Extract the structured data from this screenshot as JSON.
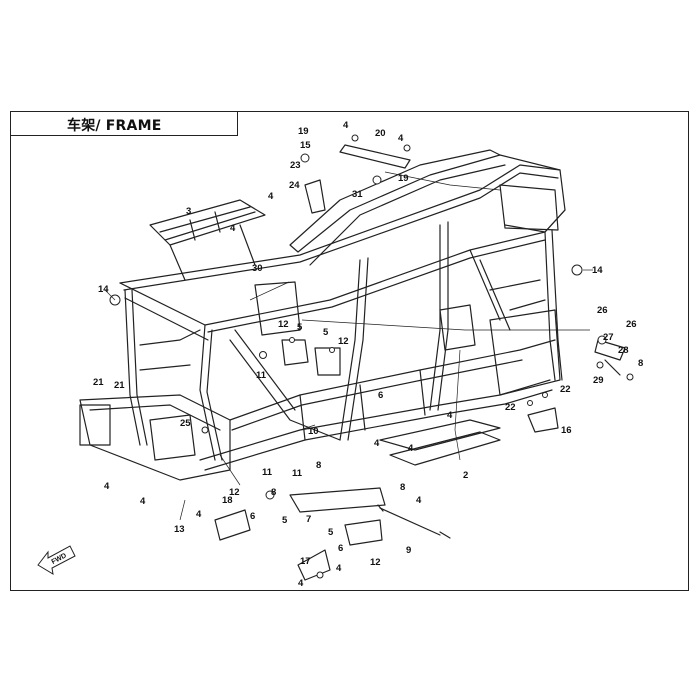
{
  "title": "车架/ FRAME",
  "fwd_label": "FWD",
  "callouts": [
    {
      "id": "c-4a",
      "label": "4"
    },
    {
      "id": "c-20",
      "label": "20"
    },
    {
      "id": "c-4b",
      "label": "4"
    },
    {
      "id": "c-19a",
      "label": "19"
    },
    {
      "id": "c-15",
      "label": "15"
    },
    {
      "id": "c-23",
      "label": "23"
    },
    {
      "id": "c-24",
      "label": "24"
    },
    {
      "id": "c-19b",
      "label": "19"
    },
    {
      "id": "c-31",
      "label": "31"
    },
    {
      "id": "c-4c",
      "label": "4"
    },
    {
      "id": "c-3",
      "label": "3"
    },
    {
      "id": "c-4d",
      "label": "4"
    },
    {
      "id": "c-30",
      "label": "30"
    },
    {
      "id": "c-14a",
      "label": "14"
    },
    {
      "id": "c-14b",
      "label": "14"
    },
    {
      "id": "c-12a",
      "label": "12"
    },
    {
      "id": "c-5a",
      "label": "5"
    },
    {
      "id": "c-5b",
      "label": "5"
    },
    {
      "id": "c-12b",
      "label": "12"
    },
    {
      "id": "c-11a",
      "label": "11"
    },
    {
      "id": "c-26a",
      "label": "26"
    },
    {
      "id": "c-26b",
      "label": "26"
    },
    {
      "id": "c-27",
      "label": "27"
    },
    {
      "id": "c-28",
      "label": "28"
    },
    {
      "id": "c-8a",
      "label": "8"
    },
    {
      "id": "c-29",
      "label": "29"
    },
    {
      "id": "c-21a",
      "label": "21"
    },
    {
      "id": "c-21b",
      "label": "21"
    },
    {
      "id": "c-22a",
      "label": "22"
    },
    {
      "id": "c-22b",
      "label": "22"
    },
    {
      "id": "c-6a",
      "label": "6"
    },
    {
      "id": "c-4e",
      "label": "4"
    },
    {
      "id": "c-16",
      "label": "16"
    },
    {
      "id": "c-25",
      "label": "25"
    },
    {
      "id": "c-10",
      "label": "10"
    },
    {
      "id": "c-4f",
      "label": "4"
    },
    {
      "id": "c-4g",
      "label": "4"
    },
    {
      "id": "c-2",
      "label": "2"
    },
    {
      "id": "c-11b",
      "label": "11"
    },
    {
      "id": "c-8b",
      "label": "8"
    },
    {
      "id": "c-4h",
      "label": "4"
    },
    {
      "id": "c-4i",
      "label": "4"
    },
    {
      "id": "c-12c",
      "label": "12"
    },
    {
      "id": "c-18",
      "label": "18"
    },
    {
      "id": "c-11c",
      "label": "11"
    },
    {
      "id": "c-8c",
      "label": "8"
    },
    {
      "id": "c-4j",
      "label": "4"
    },
    {
      "id": "c-13",
      "label": "13"
    },
    {
      "id": "c-6b",
      "label": "6"
    },
    {
      "id": "c-5c",
      "label": "5"
    },
    {
      "id": "c-7",
      "label": "7"
    },
    {
      "id": "c-8d",
      "label": "8"
    },
    {
      "id": "c-4k",
      "label": "4"
    },
    {
      "id": "c-5d",
      "label": "5"
    },
    {
      "id": "c-6c",
      "label": "6"
    },
    {
      "id": "c-9",
      "label": "9"
    },
    {
      "id": "c-17",
      "label": "17"
    },
    {
      "id": "c-4l",
      "label": "4"
    },
    {
      "id": "c-12d",
      "label": "12"
    },
    {
      "id": "c-4m",
      "label": "4"
    }
  ]
}
